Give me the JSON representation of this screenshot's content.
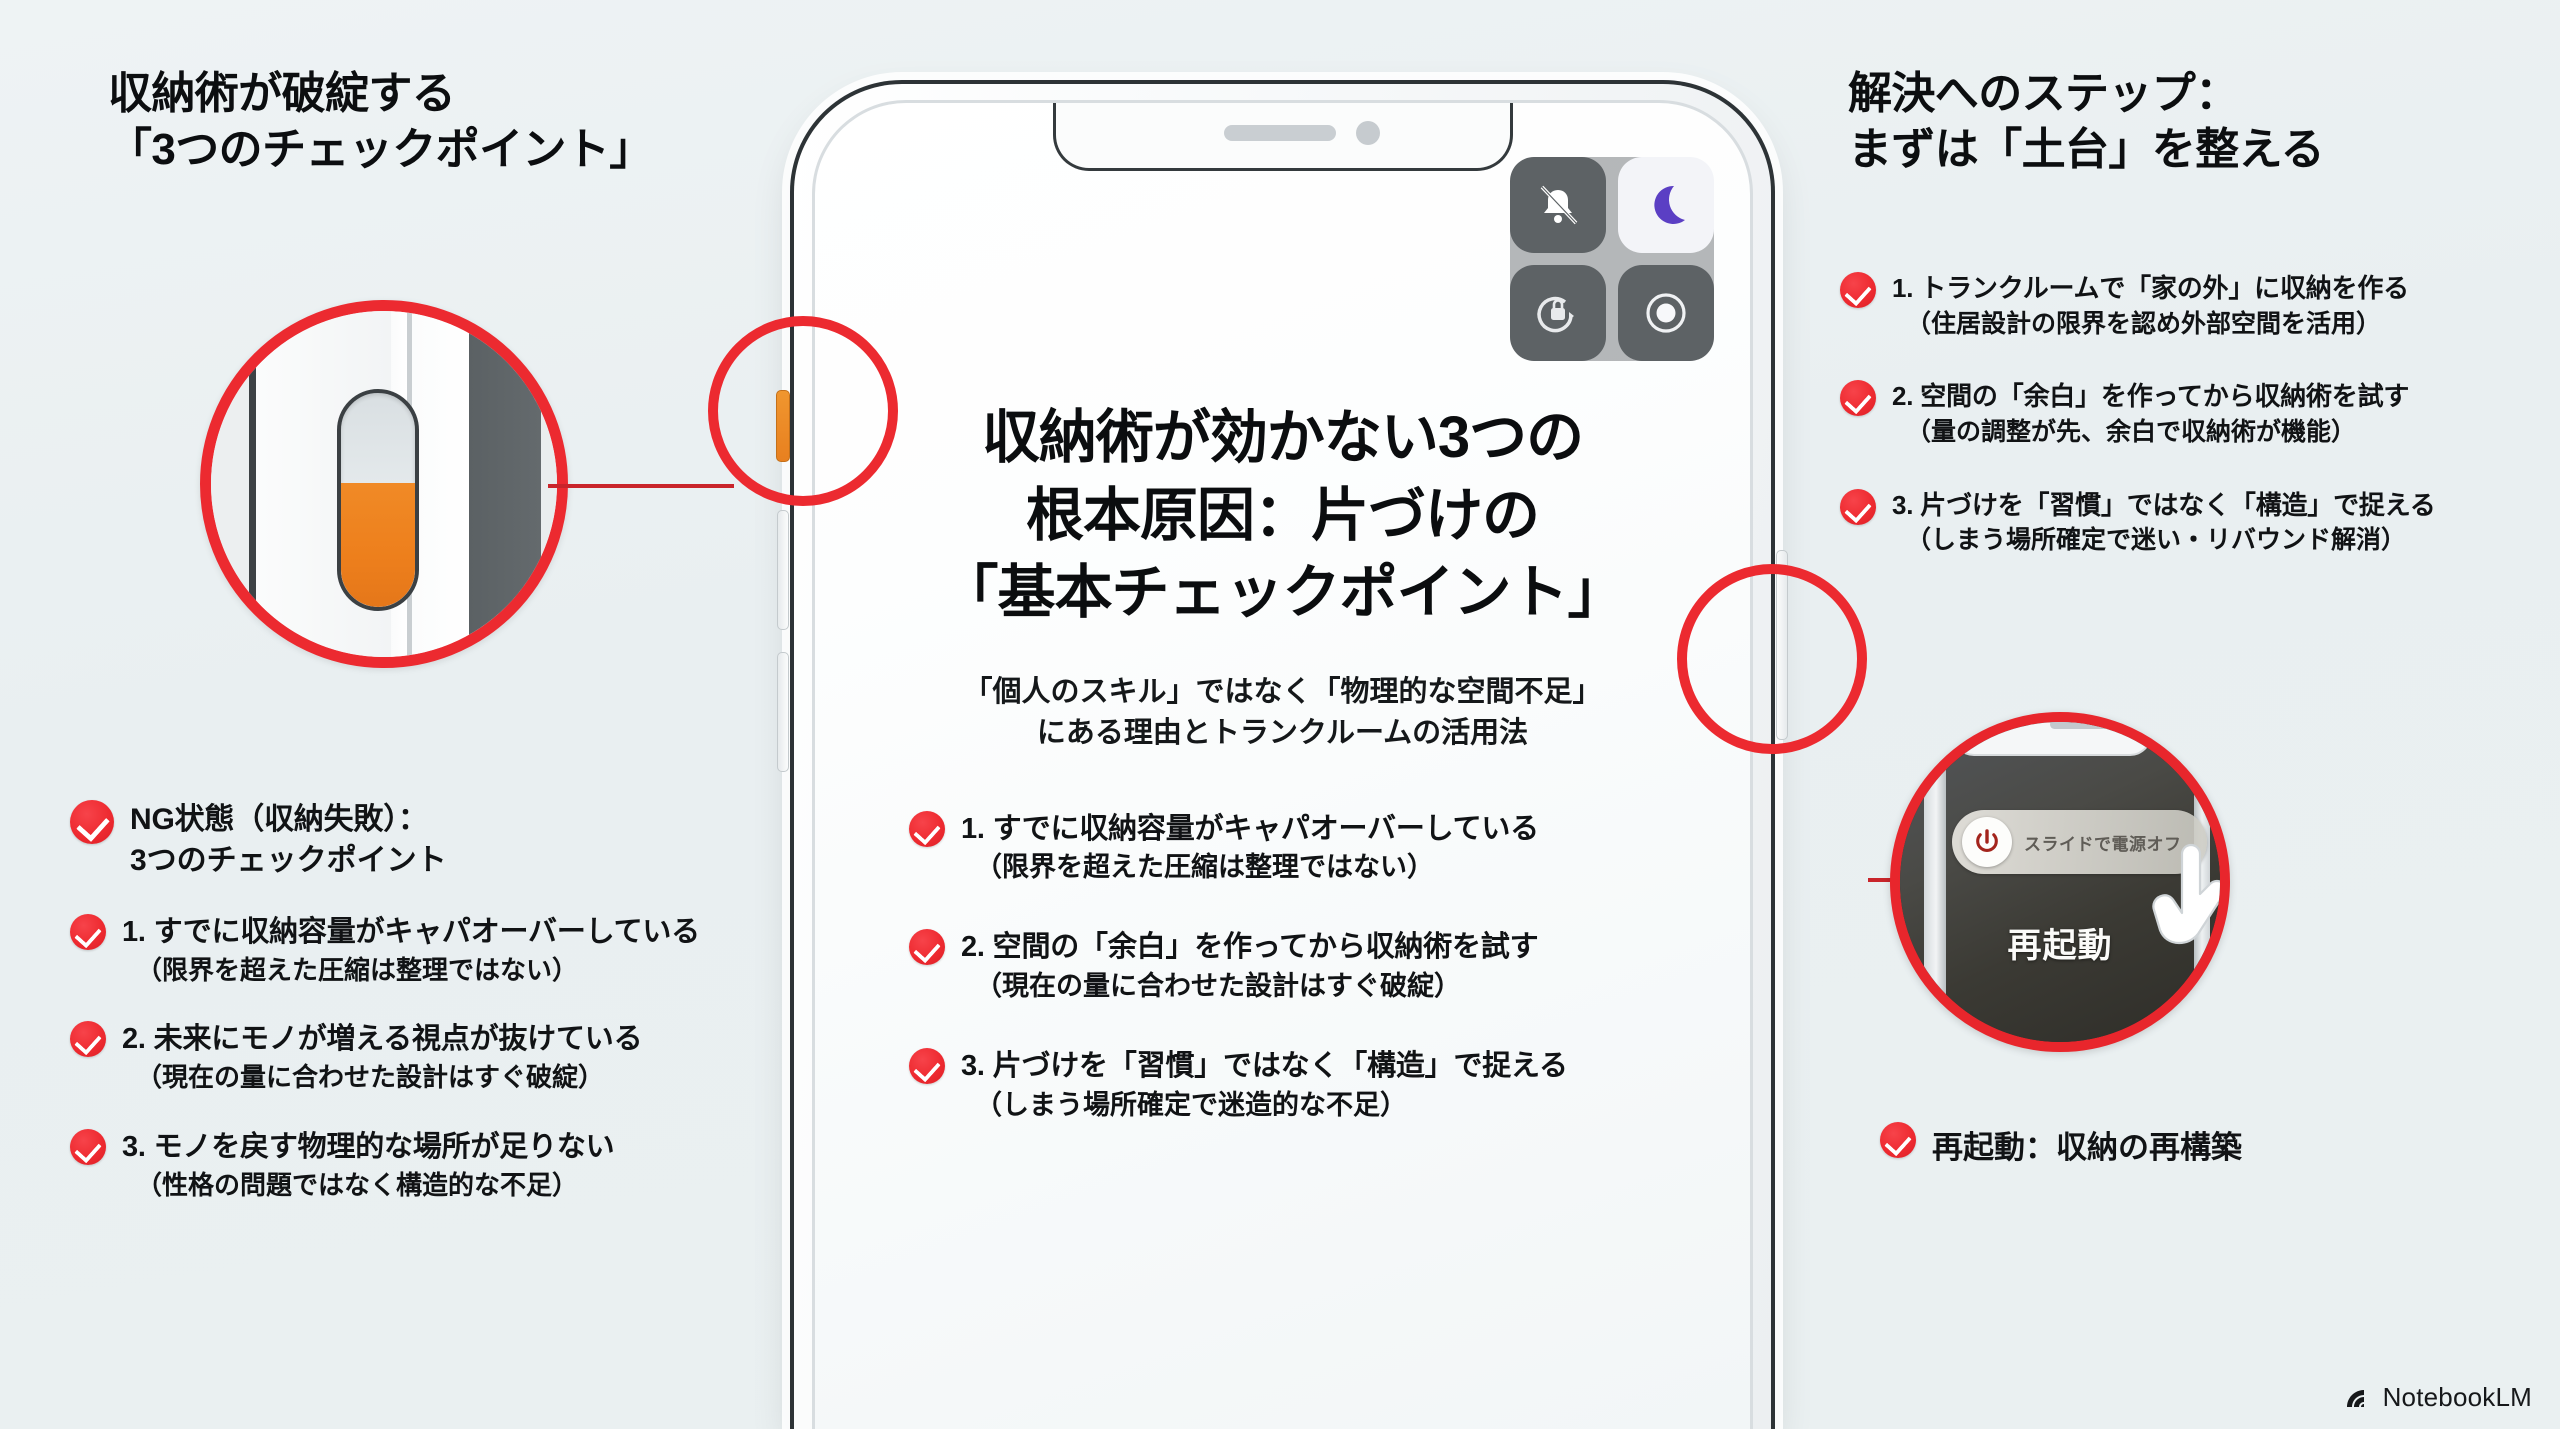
{
  "left": {
    "heading_line1": "収納術が破綻する",
    "heading_line2": "「3つのチェックポイント」",
    "callout_name": "mute-switch-zoom",
    "bullets": [
      {
        "line1": "NG状態（収納失敗）：",
        "line2": "3つのチェックポイント"
      },
      {
        "line1": "1. すでに収納容量がキャパオーバーしている",
        "line2": "（限界を超えた圧縮は整理ではない）"
      },
      {
        "line1": "2. 未来にモノが増える視点が抜けている",
        "line2": "（現在の量に合わせた設計はすぐ破綻）"
      },
      {
        "line1": "3. モノを戻す物理的な場所が足りない",
        "line2": "（性格の問題ではなく構造的な不足）"
      }
    ]
  },
  "phone": {
    "title_line1": "収納術が効かない3つの",
    "title_line2": "根本原因：片づけの",
    "title_line3": "「基本チェックポイント」",
    "subtitle_line1": "「個人のスキル」ではなく「物理的な空間不足」",
    "subtitle_line2": "にある理由とトランクルームの活用法",
    "bullets": [
      {
        "line1": "1. すでに収納容量がキャパオーバーしている",
        "line2": "（限界を超えた圧縮は整理ではない）"
      },
      {
        "line1": "2. 空間の「余白」を作ってから収納術を試す",
        "line2": "（現在の量に合わせた設計はすぐ破綻）"
      },
      {
        "line1": "3. 片づけを「習慣」ではなく「構造」で捉える",
        "line2": "（しまう場所確定で迷造的な不足）"
      }
    ],
    "control_center": [
      {
        "name": "bell-slash-icon",
        "label": "消音",
        "active": false
      },
      {
        "name": "moon-icon",
        "label": "おやすみモード",
        "active": true
      },
      {
        "name": "rotation-lock-icon",
        "label": "画面の向きをロック",
        "active": false
      },
      {
        "name": "screen-record-icon",
        "label": "画面収録",
        "active": false
      }
    ]
  },
  "right": {
    "heading_line1": "解決へのステップ：",
    "heading_line2": "まずは「土台」を整える",
    "bullets": [
      {
        "line1": "1. トランクルームで「家の外」に収納を作る",
        "line2": "（住居設計の限界を認め外部空間を活用）"
      },
      {
        "line1": "2. 空間の「余白」を作ってから収納術を試す",
        "line2": "（量の調整が先、余白で収納術が機能）"
      },
      {
        "line1": "3. 片づけを「習慣」ではなく「構造」で捉える",
        "line2": "（しまう場所確定で迷い・リバウンド解消）"
      }
    ],
    "callout": {
      "slider_label": "スライドで電源オフ",
      "restart_label": "再起動"
    },
    "caption": "再起動：収納の再構築"
  },
  "watermark": {
    "text": "NotebookLM"
  },
  "colors": {
    "accent_red": "#ec2a30",
    "mute_orange": "#ed7f1c",
    "moon_purple": "#5b3fc4",
    "background": "#eaf0f1",
    "text": "#111315"
  }
}
